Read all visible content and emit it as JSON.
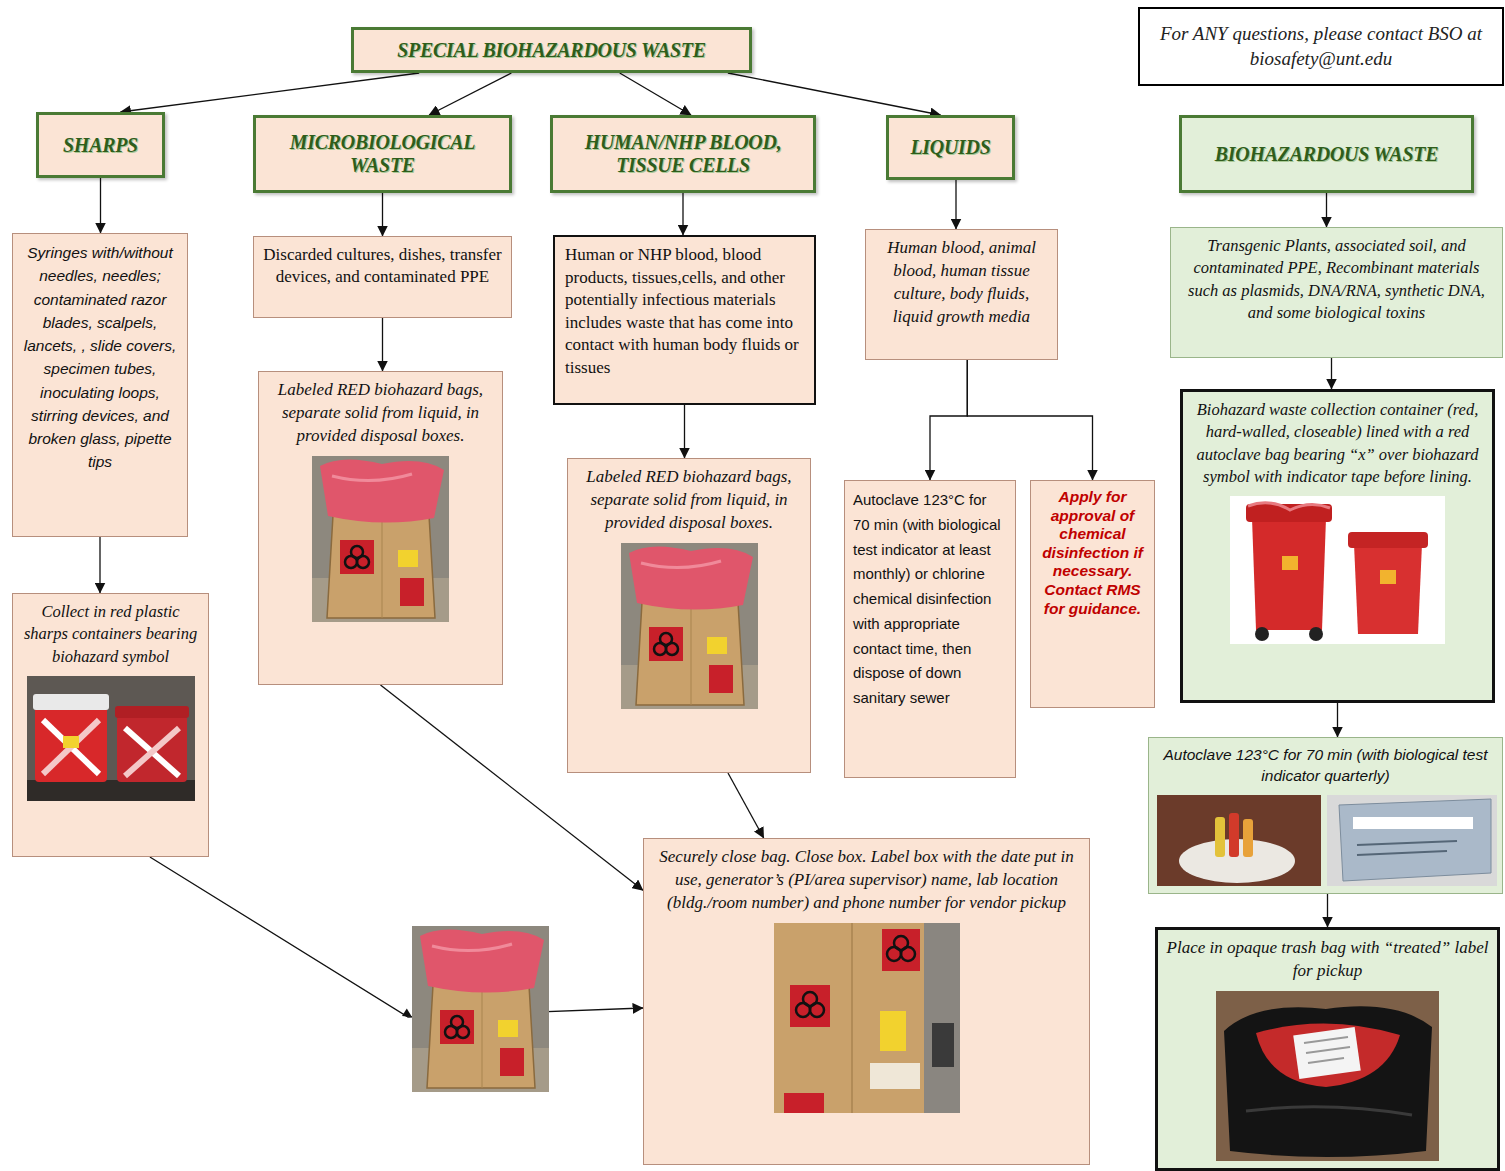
{
  "diagram": {
    "nodes": [
      {
        "text": [
          "SPECIAL BIOHAZARDOUS WASTE"
        ]
      },
      {
        "text": [
          "For ANY questions, please contact BSO at biosafety@unt.edu"
        ]
      },
      {
        "text": [
          "SHARPS"
        ]
      },
      {
        "text": [
          "MICROBIOLOGICAL WASTE"
        ]
      },
      {
        "text": [
          "HUMAN/NHP BLOOD, TISSUE CELLS"
        ]
      },
      {
        "text": [
          "LIQUIDS"
        ]
      },
      {
        "text": [
          "BIOHAZARDOUS WASTE"
        ]
      },
      {
        "text": [
          "Syringes with/without needles, needles; contaminated razor blades, scalpels, lancets, , slide covers, specimen tubes, inoculating loops, stirring devices, and broken glass, pipette tips"
        ]
      },
      {
        "text": [
          "Discarded cultures, dishes, transfer devices, and contaminated PPE"
        ]
      },
      {
        "text": [
          "Human or NHP blood, blood products, tissues,cells, and other potentially infectious materials includes waste that has come into contact with human body fluids or tissues"
        ]
      },
      {
        "text": [
          "Human blood, animal blood, human tissue culture, body fluids, liquid growth media"
        ]
      },
      {
        "text": [
          "Transgenic Plants, associated soil, and contaminated PPE, Recombinant materials such as plasmids, DNA/RNA, synthetic DNA, and some biological toxins"
        ]
      },
      {
        "text": [
          "Collect in red plastic sharps containers bearing biohazard symbol"
        ]
      },
      {
        "text": [
          "Labeled RED biohazard bags, separate solid from liquid, in provided disposal boxes."
        ]
      },
      {
        "text": [
          "Labeled RED biohazard bags, separate solid from liquid, in provided disposal boxes."
        ]
      },
      {
        "text": [
          "Autoclave 123°C for 70 min (with biological test indicator at least monthly) or chlorine chemical disinfection with appropriate contact time, then dispose of down sanitary sewer"
        ]
      },
      {
        "text": [
          "Apply for approval of chemical disinfection if necessary. Contact RMS for guidance."
        ]
      },
      {
        "text": [
          "Biohazard waste collection container (red, hard-walled, closeable) lined with a red autoclave bag bearing “x” over biohazard symbol with indicator tape before lining."
        ]
      },
      {
        "text": [
          "Autoclave 123°C for 70 min (with biological test indicator quarterly)"
        ]
      },
      {
        "text": [
          "Securely close bag. Close box. Label box with the date put in use, generator’s (PI/area supervisor) name, lab location (bldg./room number) and phone number for vendor pickup"
        ]
      },
      {
        "text": [
          "Place in opaque trash bag with “treated” label for pickup"
        ]
      }
    ],
    "edges": [
      {
        "from": 0,
        "to": 2,
        "arrow": "to"
      },
      {
        "from": 0,
        "to": 3,
        "arrow": "to"
      },
      {
        "from": 0,
        "to": 4,
        "arrow": "to"
      },
      {
        "from": 0,
        "to": 5,
        "arrow": "to"
      },
      {
        "from": 2,
        "to": 7,
        "arrow": "to"
      },
      {
        "from": 3,
        "to": 8,
        "arrow": "to"
      },
      {
        "from": 4,
        "to": 9,
        "arrow": "to"
      },
      {
        "from": 5,
        "to": 10,
        "arrow": "to"
      },
      {
        "from": 6,
        "to": 11,
        "arrow": "to"
      },
      {
        "from": 7,
        "to": 12,
        "arrow": "to"
      },
      {
        "from": 8,
        "to": 13,
        "arrow": "to"
      },
      {
        "from": 9,
        "to": 14,
        "arrow": "to"
      },
      {
        "from": 10,
        "to": 15,
        "arrow": "to"
      },
      {
        "from": 10,
        "to": 16,
        "arrow": "to"
      },
      {
        "from": 11,
        "to": 17,
        "arrow": "to"
      },
      {
        "from": 17,
        "to": 18,
        "arrow": "to"
      },
      {
        "from": 18,
        "to": 20,
        "arrow": "to"
      },
      {
        "from": 13,
        "to": 19,
        "arrow": "to"
      },
      {
        "from": 14,
        "to": 19,
        "arrow": "to"
      },
      {
        "from": 12,
        "to": 19,
        "arrow": "to"
      }
    ]
  }
}
